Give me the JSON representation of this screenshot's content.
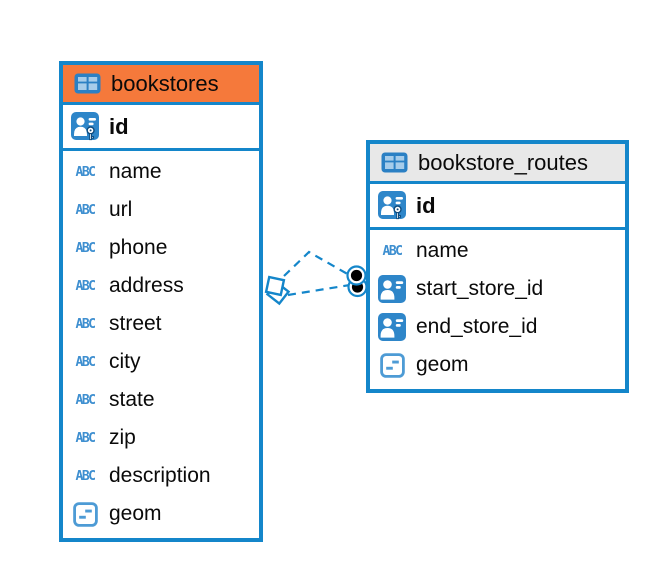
{
  "canvas": {
    "background": "#ffffff"
  },
  "colors": {
    "accent-blue": "#1486CA",
    "icon-blue": "#2E86C9",
    "abc-blue": "#3E8FD0",
    "header-orange": "#F5793B",
    "header-gray": "#E8E8E8",
    "marker-black": "#000000",
    "text-color": "#0A0A0A"
  },
  "icons": {
    "abc_text": "ABC"
  },
  "tables": [
    {
      "title": "bookstores",
      "header_bg": "#F5793B",
      "primary_key": {
        "label": "id"
      },
      "fields": [
        {
          "label": "name",
          "type": "text"
        },
        {
          "label": "url",
          "type": "text"
        },
        {
          "label": "phone",
          "type": "text"
        },
        {
          "label": "address",
          "type": "text"
        },
        {
          "label": "street",
          "type": "text"
        },
        {
          "label": "city",
          "type": "text"
        },
        {
          "label": "state",
          "type": "text"
        },
        {
          "label": "zip",
          "type": "text"
        },
        {
          "label": "description",
          "type": "text"
        },
        {
          "label": "geom",
          "type": "geometry"
        }
      ]
    },
    {
      "title": "bookstore_routes",
      "header_bg": "#E8E8E8",
      "primary_key": {
        "label": "id"
      },
      "fields": [
        {
          "label": "name",
          "type": "text"
        },
        {
          "label": "start_store_id",
          "type": "reference"
        },
        {
          "label": "end_store_id",
          "type": "reference"
        },
        {
          "label": "geom",
          "type": "geometry"
        }
      ]
    }
  ],
  "relationships": [
    {
      "from": "bookstores",
      "to": "bookstore_routes",
      "line_style": "dashed",
      "source_marker": "diamond",
      "target_marker": "dot"
    },
    {
      "from": "bookstores",
      "to": "bookstore_routes",
      "line_style": "dashed",
      "source_marker": "diamond",
      "target_marker": "dot"
    }
  ]
}
